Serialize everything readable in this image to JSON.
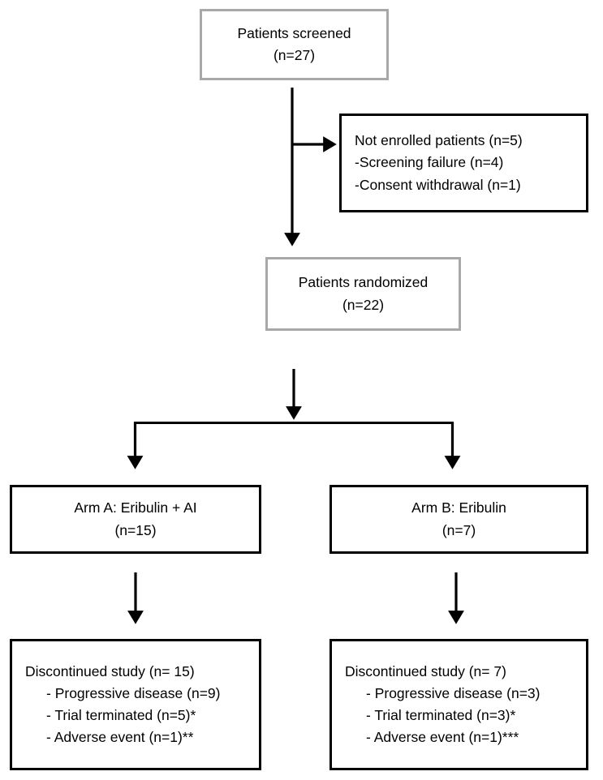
{
  "figure": {
    "type": "consort-flow-diagram",
    "title": "",
    "colors": {
      "box_border_gray": "#a8a8a8",
      "box_border_black": "#000000",
      "connector": "#000000",
      "background": "#ffffff",
      "text": "#000000"
    }
  },
  "nodes": {
    "screened": {
      "border": "gray",
      "align": "center",
      "lines": [
        "Patients screened",
        "(n=27)"
      ]
    },
    "not_enrolled": {
      "border": "black",
      "align": "left",
      "lines": [
        "Not enrolled patients (n=5)",
        "-Screening failure (n=4)",
        "-Consent withdrawal (n=1)"
      ]
    },
    "randomized": {
      "border": "gray",
      "align": "center",
      "lines": [
        "Patients randomized",
        "(n=22)"
      ]
    },
    "arm_a": {
      "border": "black",
      "align": "center",
      "lines": [
        "Arm A: Eribulin + AI",
        "(n=15)"
      ]
    },
    "arm_b": {
      "border": "black",
      "align": "center",
      "lines": [
        "Arm B: Eribulin",
        "(n=7)"
      ]
    },
    "disc_a": {
      "border": "black",
      "align": "left",
      "lines": [
        "Discontinued study (n= 15)",
        "- Progressive disease (n=9)",
        "- Trial terminated (n=5)*",
        "- Adverse event (n=1)**"
      ]
    },
    "disc_b": {
      "border": "black",
      "align": "left",
      "lines": [
        "Discontinued study (n= 7)",
        "- Progressive disease (n=3)",
        "- Trial terminated (n=3)*",
        "- Adverse event (n=1)***"
      ]
    }
  },
  "connectors": {
    "screened_to_randomized": "vertical-arrow-down",
    "branch_to_not_enrolled": "horizontal-arrow-right",
    "randomized_to_split": "vertical-arrow-down",
    "split_bar": "horizontal-split-line",
    "split_to_arm_a": "vertical-arrow-down",
    "split_to_arm_b": "vertical-arrow-down",
    "arm_a_to_disc_a": "vertical-arrow-down",
    "arm_b_to_disc_b": "vertical-arrow-down"
  }
}
